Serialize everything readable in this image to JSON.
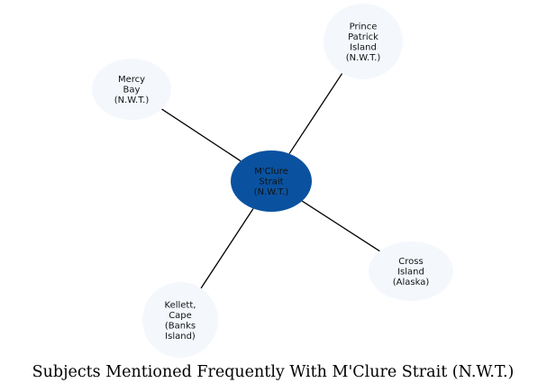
{
  "title": "Subjects Mentioned Frequently With M'Clure Strait (N.W.T.)",
  "center": {
    "label_lines": [
      "M'Clure",
      "Strait",
      "(N.W.T.)"
    ],
    "color": "#0a52a0"
  },
  "neighbors": [
    {
      "id": "prince-patrick-island",
      "label_lines": [
        "Prince",
        "Patrick",
        "Island",
        "(N.W.T.)"
      ]
    },
    {
      "id": "mercy-bay",
      "label_lines": [
        "Mercy",
        "Bay",
        "(N.W.T.)"
      ]
    },
    {
      "id": "cross-island",
      "label_lines": [
        "Cross",
        "Island",
        "(Alaska)"
      ]
    },
    {
      "id": "kellett-cape",
      "label_lines": [
        "Kellett,",
        "Cape",
        "(Banks",
        "Island)"
      ]
    }
  ],
  "colors": {
    "neighbor_fill": "#f4f8fd",
    "edge": "#000000"
  }
}
